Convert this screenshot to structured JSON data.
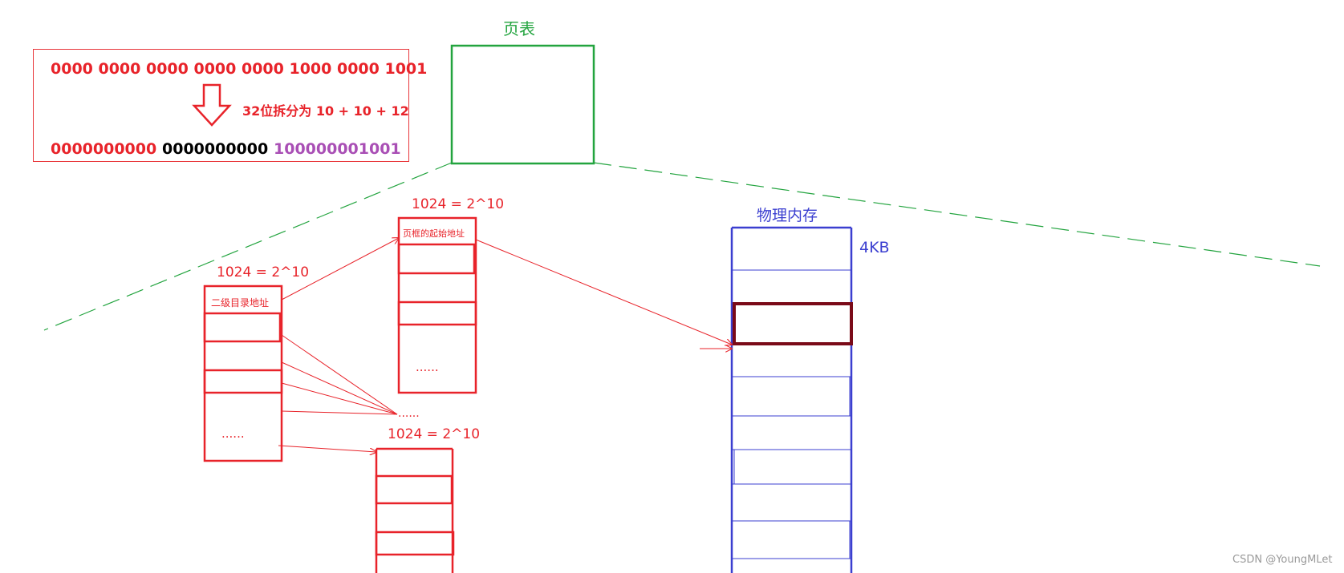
{
  "address": {
    "binary_full": "0000 0000 0000 0000 0000 1000 0000 1001",
    "split_note": "32位拆分为 10 + 10 + 12",
    "part_dir": "0000000000",
    "part_table": "0000000000",
    "part_offset": "100000001001"
  },
  "page_table": {
    "title": "页表"
  },
  "level1": {
    "count_label": "1024 = 2^10",
    "first_entry": "二级目录地址",
    "ellipsis": "......"
  },
  "level2_top": {
    "count_label": "1024 = 2^10",
    "first_entry": "页框的起始地址",
    "ellipsis": "......"
  },
  "level2_bottom": {
    "count_label": "1024 = 2^10"
  },
  "mid_ellipsis": "......",
  "physical_memory": {
    "title": "物理内存",
    "block_size": "4KB"
  },
  "watermark": "CSDN @YoungMLet",
  "colors": {
    "red": "#e8232a",
    "green": "#23a43f",
    "blue": "#3b3fd0",
    "dark_red": "#7a0a18",
    "purple": "#a94fb5"
  }
}
